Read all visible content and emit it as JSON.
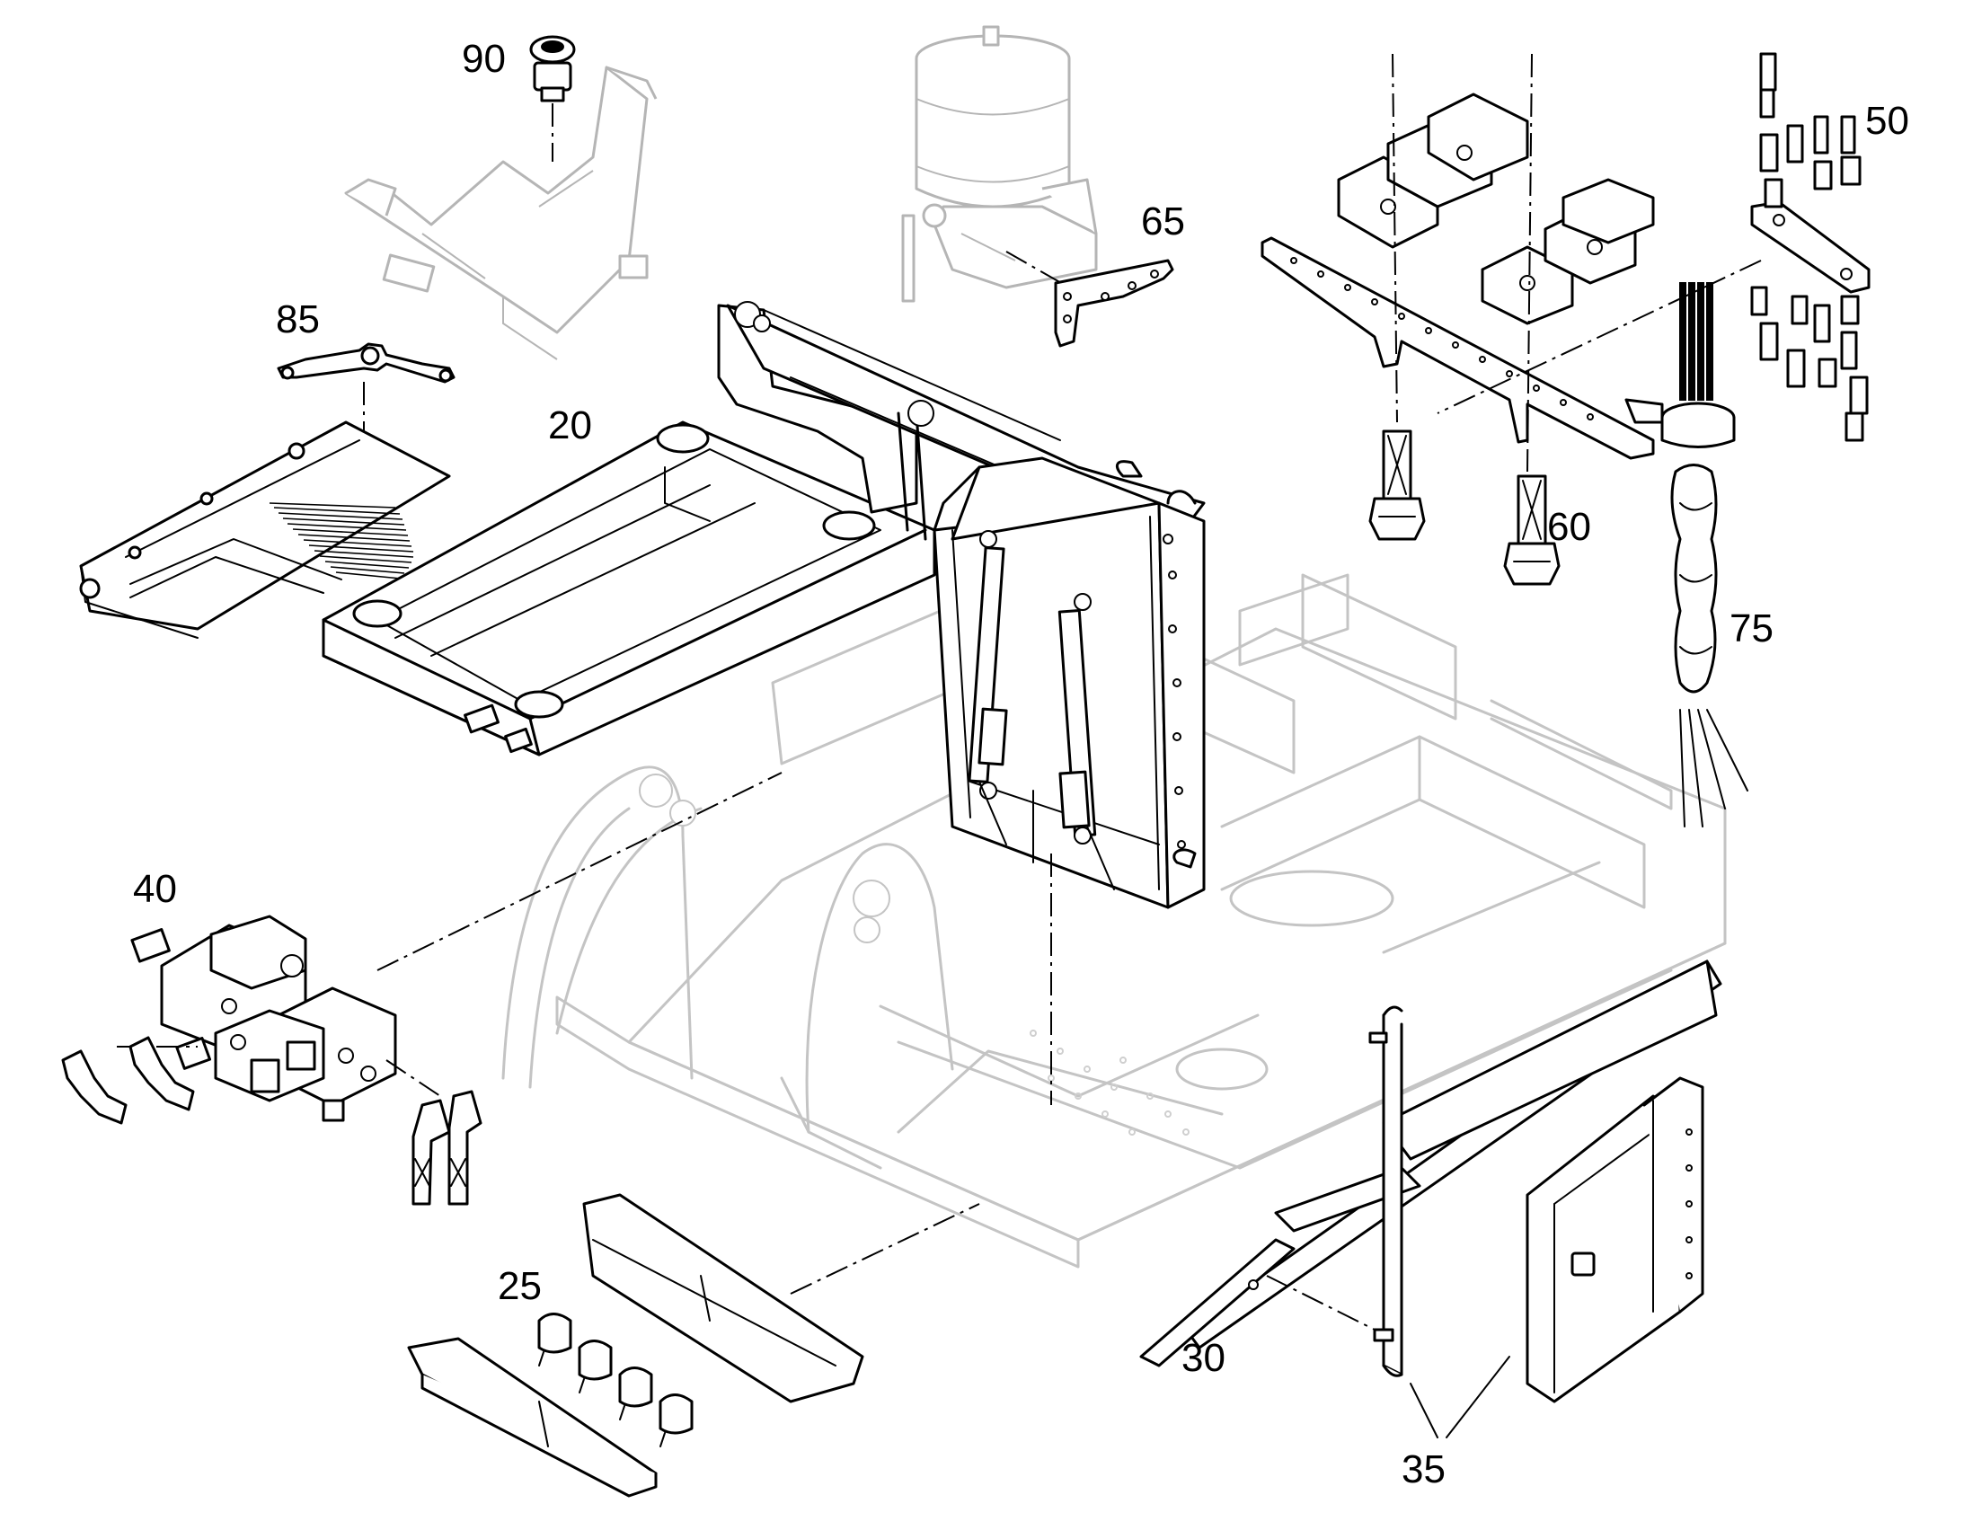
{
  "callouts": {
    "c90": "90",
    "c85": "85",
    "c20": "20",
    "c65": "65",
    "c50": "50",
    "c60": "60",
    "c75": "75",
    "c40": "40",
    "c25": "25",
    "c30": "30",
    "c35": "35"
  }
}
